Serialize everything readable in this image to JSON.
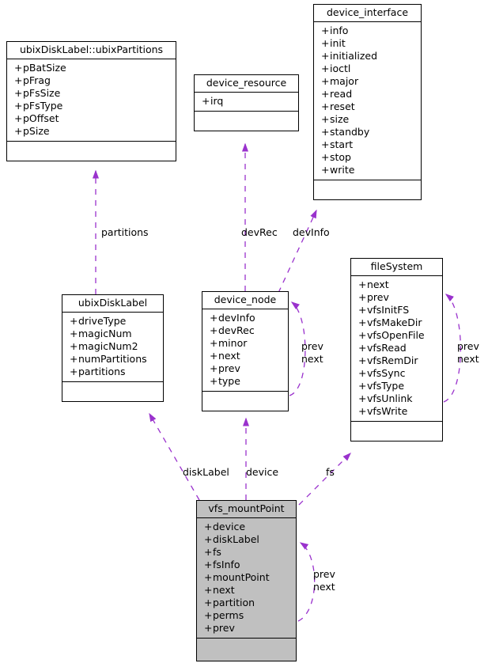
{
  "diagram": {
    "type": "uml-class-collaboration-diagram",
    "edge_color": "#9a32cd",
    "highlight_fill": "#c0c0c0",
    "box_stroke": "#000000",
    "background": "#ffffff"
  },
  "classes": [
    {
      "id": "ubixPartitions",
      "title": "ubixDiskLabel::ubixPartitions",
      "attributes": [
        "pBatSize",
        "pFrag",
        "pFsSize",
        "pFsType",
        "pOffset",
        "pSize"
      ],
      "operations": [],
      "highlighted": false
    },
    {
      "id": "device_resource",
      "title": "device_resource",
      "attributes": [
        "irq"
      ],
      "operations": [],
      "highlighted": false
    },
    {
      "id": "device_interface",
      "title": "device_interface",
      "attributes": [
        "info",
        "init",
        "initialized",
        "ioctl",
        "major",
        "read",
        "reset",
        "size",
        "standby",
        "start",
        "stop",
        "write"
      ],
      "operations": [],
      "highlighted": false
    },
    {
      "id": "ubixDiskLabel",
      "title": "ubixDiskLabel",
      "attributes": [
        "driveType",
        "magicNum",
        "magicNum2",
        "numPartitions",
        "partitions"
      ],
      "operations": [],
      "highlighted": false
    },
    {
      "id": "device_node",
      "title": "device_node",
      "attributes": [
        "devInfo",
        "devRec",
        "minor",
        "next",
        "prev",
        "type"
      ],
      "operations": [],
      "highlighted": false
    },
    {
      "id": "fileSystem",
      "title": "fileSystem",
      "attributes": [
        "next",
        "prev",
        "vfsInitFS",
        "vfsMakeDir",
        "vfsOpenFile",
        "vfsRead",
        "vfsRemDir",
        "vfsSync",
        "vfsType",
        "vfsUnlink",
        "vfsWrite"
      ],
      "operations": [],
      "highlighted": false
    },
    {
      "id": "vfs_mountPoint",
      "title": "vfs_mountPoint",
      "attributes": [
        "device",
        "diskLabel",
        "fs",
        "fsInfo",
        "mountPoint",
        "next",
        "partition",
        "perms",
        "prev"
      ],
      "operations": [],
      "highlighted": true
    }
  ],
  "edge_labels": {
    "partitions": "partitions",
    "devRec": "devRec",
    "devInfo": "devInfo",
    "device_node_prev": "prev",
    "device_node_next": "next",
    "fileSystem_prev": "prev",
    "fileSystem_next": "next",
    "diskLabel": "diskLabel",
    "device": "device",
    "fs": "fs",
    "mount_prev": "prev",
    "mount_next": "next"
  },
  "symbols": {
    "public_marker": "+"
  }
}
